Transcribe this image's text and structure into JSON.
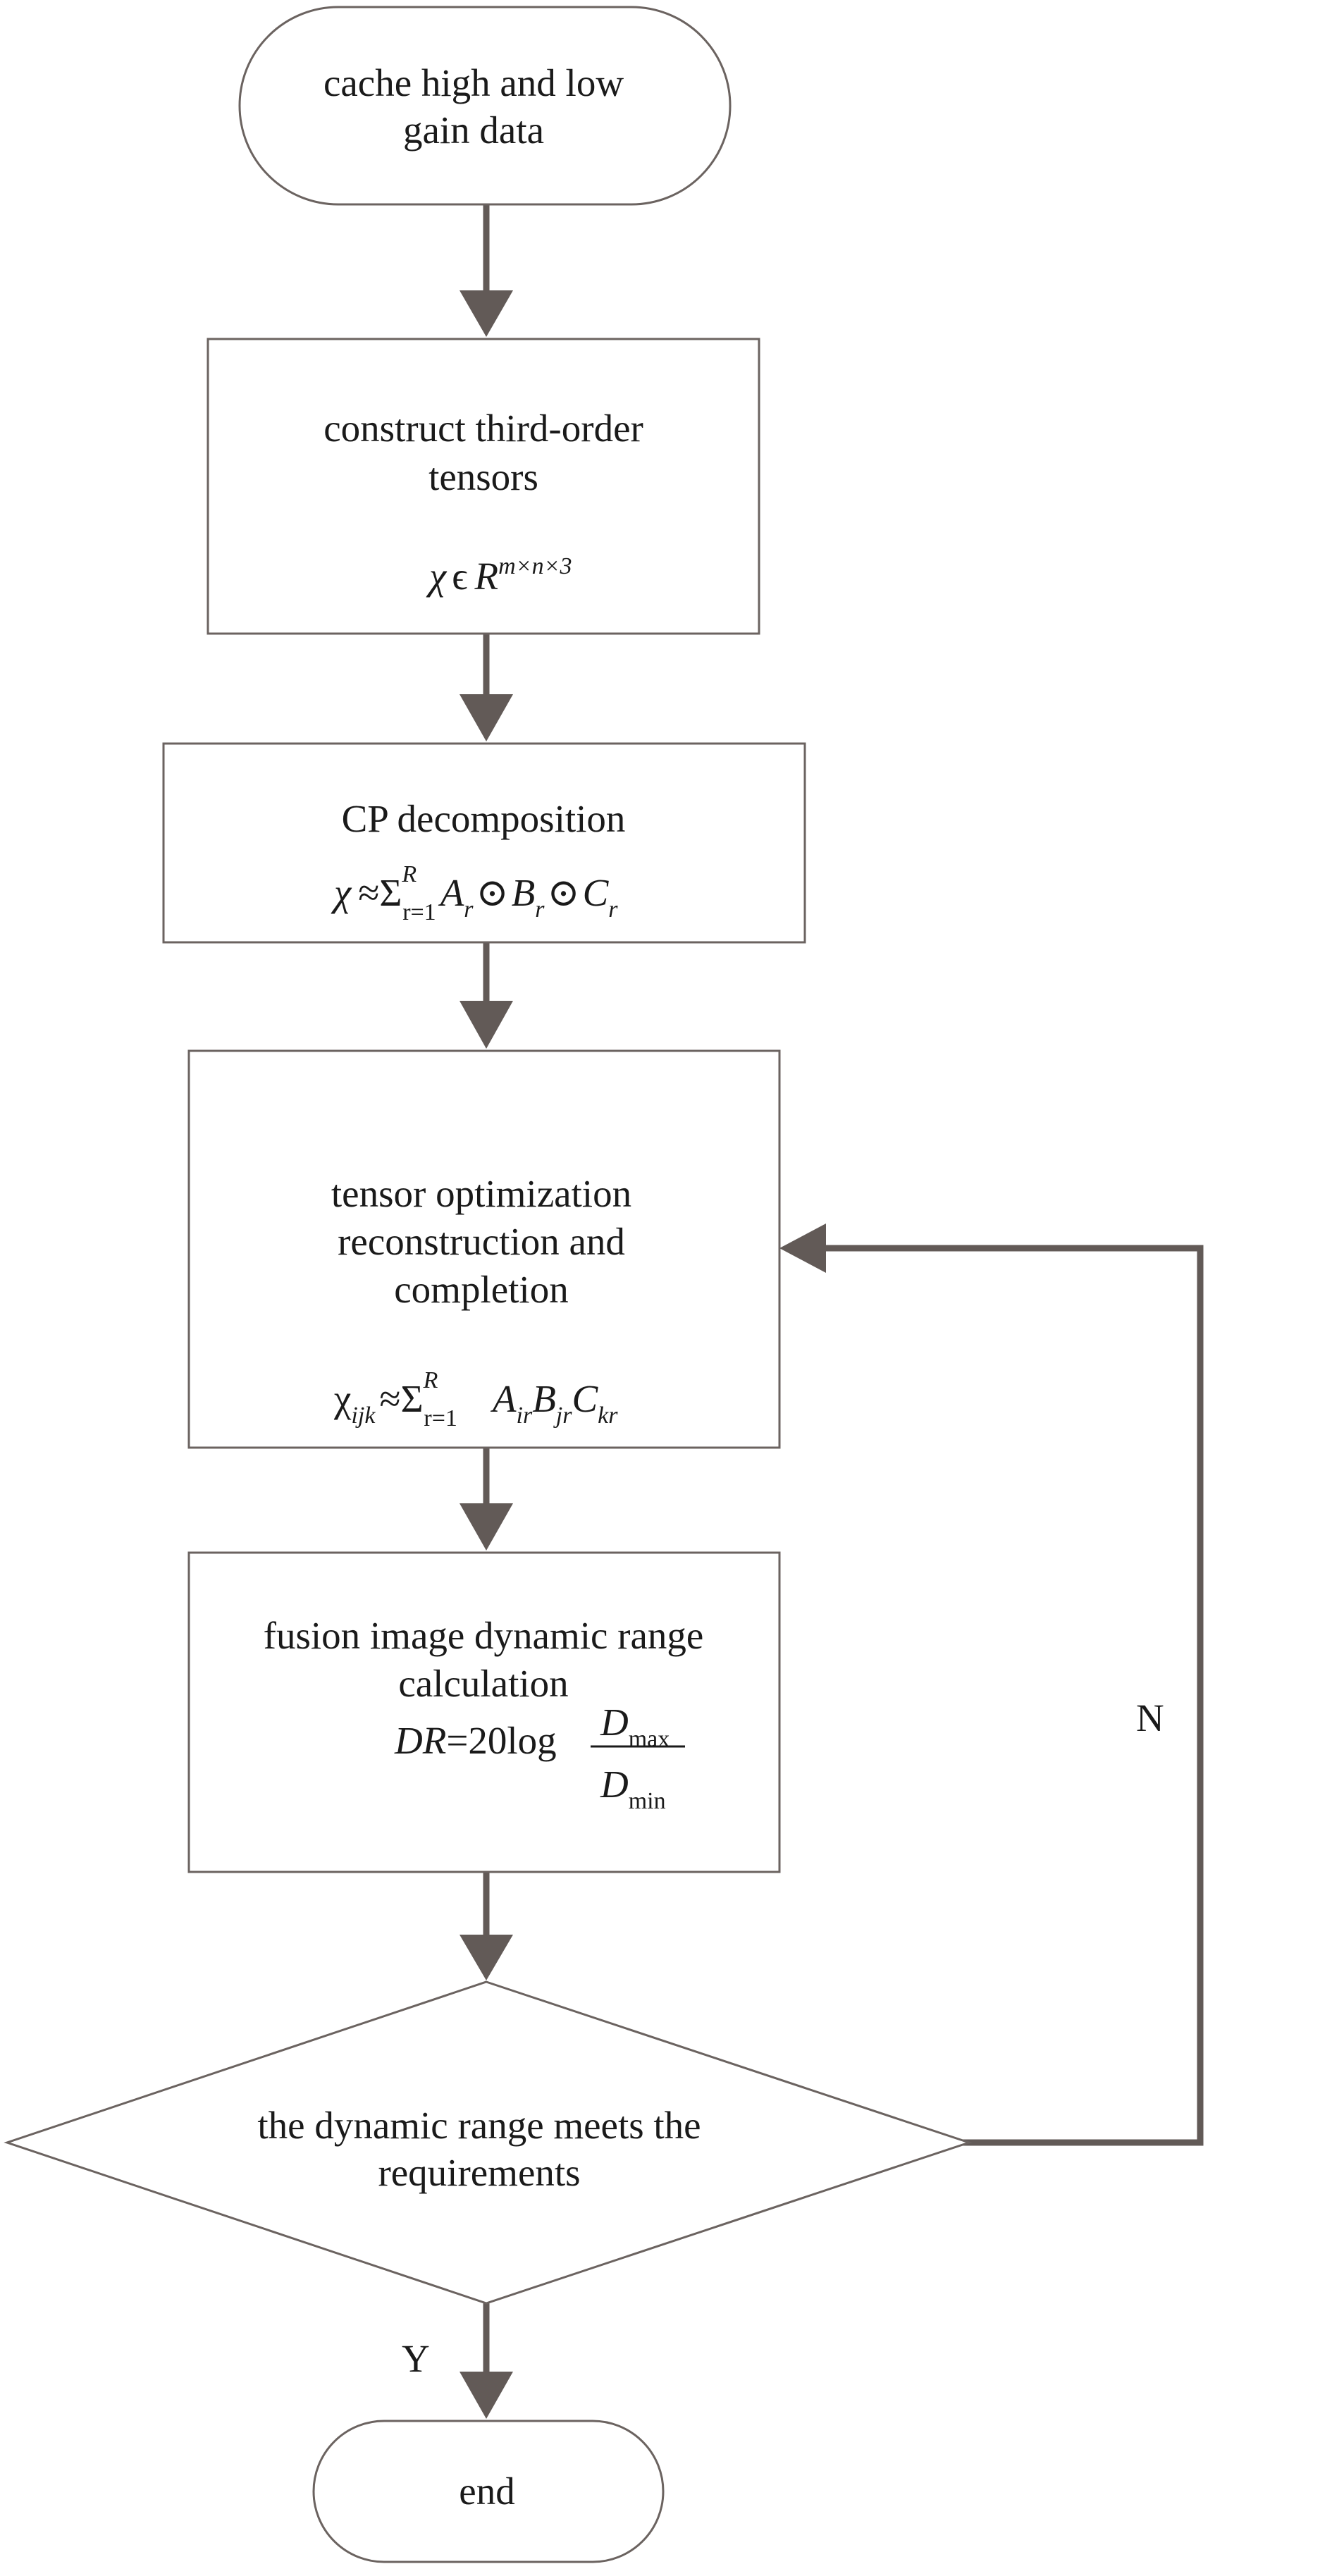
{
  "nodes": {
    "start": {
      "lines": [
        "cache high and low",
        "gain data"
      ]
    },
    "construct": {
      "lines": [
        "construct third-order",
        "tensors"
      ]
    },
    "cp": {
      "lines": [
        "CP decomposition"
      ]
    },
    "optimize": {
      "lines": [
        "tensor optimization",
        "reconstruction and",
        "completion"
      ]
    },
    "fusion": {
      "lines": [
        "fusion image dynamic range",
        "calculation"
      ]
    },
    "decision": {
      "lines": [
        "the dynamic range meets the",
        "requirements"
      ]
    },
    "end": {
      "lines": [
        "end"
      ]
    }
  },
  "formulas": {
    "construct": {
      "chi": "χ",
      "in": "ϵ",
      "R": "R",
      "sup": "m×n×3"
    },
    "cp": {
      "lhs": "χ",
      "approx": "≈",
      "sigma": "Σ",
      "upper": "R",
      "lower": "r=1",
      "A": "A",
      "B": "B",
      "C": "C",
      "idx": "r",
      "op": "⊙"
    },
    "optimize": {
      "lhs": "χ",
      "lhs_sub": "ijk",
      "approx": "≈",
      "sigma": "Σ",
      "upper": "R",
      "lower": "r=1",
      "A": "A",
      "A_sub": "ir",
      "B": "B",
      "B_sub": "jr",
      "C": "C",
      "C_sub": "kr"
    },
    "fusion": {
      "lhs": "DR",
      "rhs": "=20log",
      "num": "D",
      "num_sub": "max",
      "den": "D",
      "den_sub": "min"
    }
  },
  "edge_labels": {
    "no": "N",
    "yes": "Y"
  },
  "colors": {
    "arrow": "#625a57",
    "border": "#6b6360"
  }
}
